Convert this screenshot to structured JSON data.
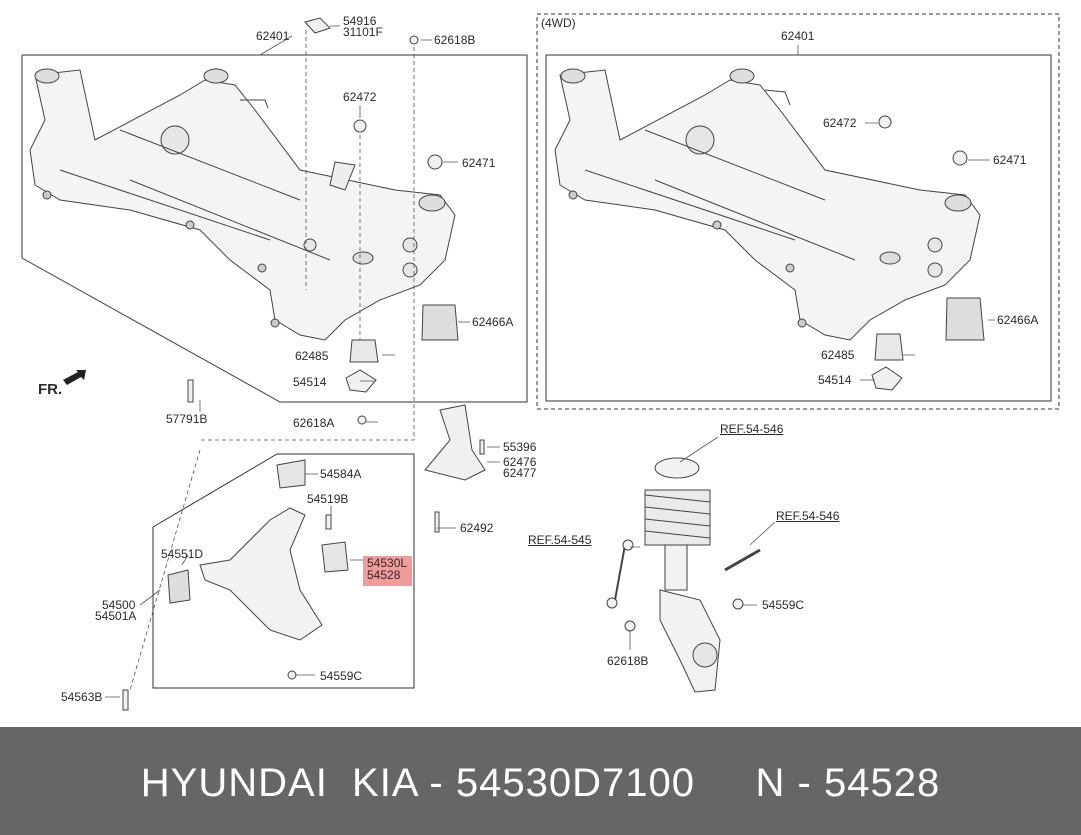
{
  "diagram": {
    "fr_label": "FR.",
    "variant_label": "(4WD)",
    "labels": {
      "subframe_left": "62401",
      "subframe_right": "62401",
      "cap_a": "54916",
      "cap_b": "31101F",
      "nut_top": "62618B",
      "washer_left": "62472",
      "washer_right": "62472",
      "stopper_left": "62471",
      "stopper_right": "62471",
      "bush_left": "62466A",
      "bush_right": "62466A",
      "mount_left": "62485",
      "mount_right": "62485",
      "plate_left": "54514",
      "plate_right": "54514",
      "bolt_bottom": "57791B",
      "nut_bottom": "62618A",
      "bracket_bolt": "55396",
      "bracket_a": "62476",
      "bracket_b": "62477",
      "bracket_stud": "62492",
      "arm_bush_top": "54584A",
      "arm_bolt": "54519B",
      "arm_bush_front": "54551D",
      "ball_joint_a": "54530L",
      "ball_joint_b": "54528",
      "arm_a": "54500",
      "arm_b": "54501A",
      "arm_nut": "54559C",
      "arm_bolt_bottom": "54563B",
      "ref_strut": "REF.54-546",
      "ref_stab": "REF.54-545",
      "ref_knuckle": "REF.54-546",
      "knuckle_nut": "54559C",
      "link_nut": "62618B"
    }
  },
  "footer": {
    "text": "HYUNDAI  KIA - 54530D7100     N - 54528"
  }
}
